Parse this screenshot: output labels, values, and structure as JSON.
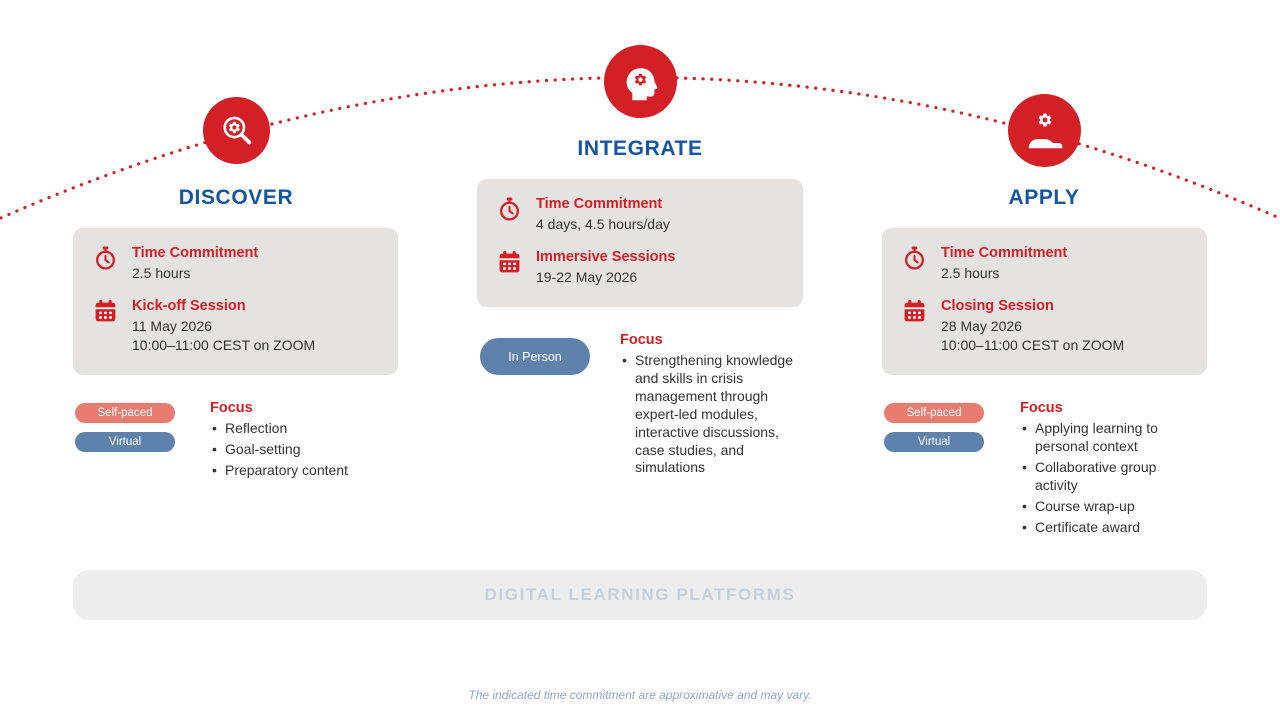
{
  "phases": [
    {
      "title": "DISCOVER",
      "rows": [
        {
          "icon": "stopwatch",
          "label": "Time Commitment",
          "lines": [
            "2.5 hours"
          ]
        },
        {
          "icon": "calendar",
          "label": "Kick-off Session",
          "lines": [
            "11 May 2026",
            "10:00–11:00 CEST on ZOOM"
          ]
        }
      ],
      "badges": [
        {
          "label": "Self-paced"
        },
        {
          "label": "Virtual"
        }
      ],
      "focus": {
        "label": "Focus",
        "items": [
          "Reflection",
          "Goal-setting",
          "Preparatory content"
        ]
      }
    },
    {
      "title": "INTEGRATE",
      "rows": [
        {
          "icon": "stopwatch",
          "label": "Time Commitment",
          "lines": [
            "4 days, 4.5 hours/day"
          ]
        },
        {
          "icon": "calendar",
          "label": "Immersive Sessions",
          "lines": [
            "19-22 May 2026"
          ]
        }
      ],
      "badges": [
        {
          "label": "In Person"
        }
      ],
      "focus": {
        "label": "Focus",
        "items": [
          "Strengthening knowledge and skills in crisis management through expert-led modules, interactive discussions, case studies, and simulations"
        ]
      }
    },
    {
      "title": "APPLY",
      "rows": [
        {
          "icon": "stopwatch",
          "label": "Time Commitment",
          "lines": [
            "2.5 hours"
          ]
        },
        {
          "icon": "calendar",
          "label": "Closing Session",
          "lines": [
            "28 May 2026",
            "10:00–11:00 CEST on ZOOM"
          ]
        }
      ],
      "badges": [
        {
          "label": "Self-paced"
        },
        {
          "label": "Virtual"
        }
      ],
      "focus": {
        "label": "Focus",
        "items": [
          "Applying learning to personal context",
          "Collaborative group activity",
          "Course wrap-up",
          "Certificate award"
        ]
      }
    }
  ],
  "bottom_bar": {
    "label": "DIGITAL LEARNING PLATFORMS"
  },
  "footnote": "The indicated time commitment are approximative and may vary.",
  "colors": {
    "red": "#d31f26",
    "heading_blue": "#15549f",
    "card_bg": "#e4e3e1",
    "badge_salmon": "#e97c70",
    "badge_blue": "#5e82ab",
    "bar_bg": "#ededed",
    "bar_text": "#c7cfda",
    "footnote_text": "#8fa6cb"
  }
}
